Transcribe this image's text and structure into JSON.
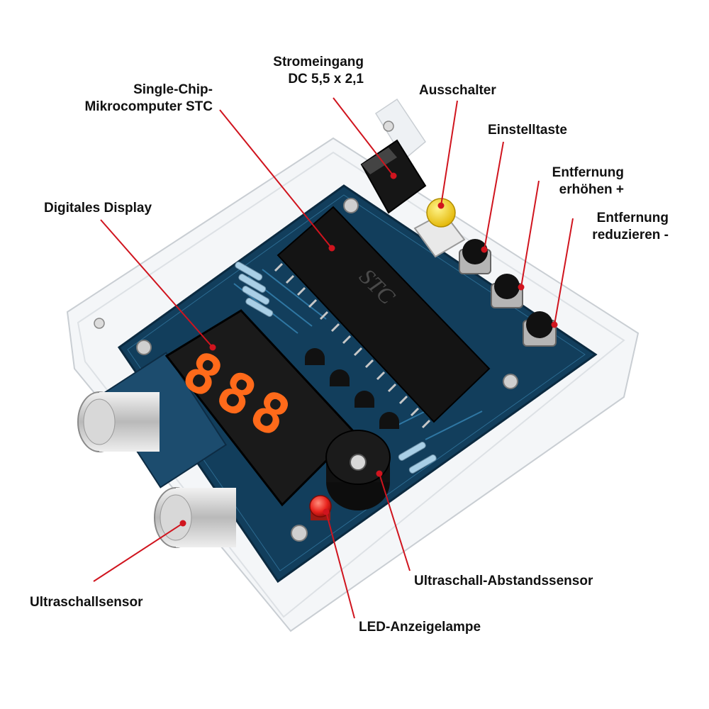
{
  "labels": {
    "power_input": {
      "line1": "Stromeingang",
      "line2": "DC 5,5 x 2,1"
    },
    "mcu": {
      "line1": "Single-Chip-",
      "line2": "Mikrocomputer STC"
    },
    "switch": "Ausschalter",
    "set_key": "Einstelltaste",
    "distance_up": {
      "line1": "Entfernung",
      "line2": "erhöhen +"
    },
    "distance_down": {
      "line1": "Entfernung",
      "line2": "reduzieren -"
    },
    "display": "Digitales Display",
    "ultrasonic_sensor": "Ultraschallsensor",
    "distance_sensor": "Ultraschall-Abstandssensor",
    "led": "LED-Anzeigelampe"
  },
  "board": {
    "chip_marking": "STC",
    "display_digits": "888"
  },
  "colors": {
    "leader_line": "#d0141e",
    "pcb": "#123e5c",
    "display_segment": "#ff6a1a",
    "led": "#e8221c",
    "switch_cap": "#f5d418"
  }
}
